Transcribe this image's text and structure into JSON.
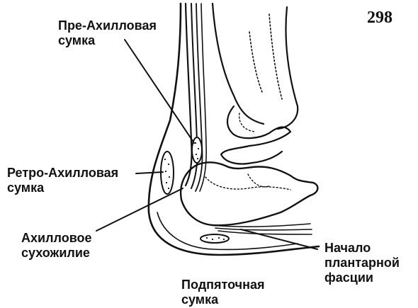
{
  "page_number": "298",
  "labels": {
    "pre_achilles_bursa": [
      "Пре-Ахилловая",
      "сумка"
    ],
    "retro_achilles_bursa": [
      "Ретро-Ахилловая",
      "сумка"
    ],
    "achilles_tendon": [
      "Ахилловое",
      "сухожилие"
    ],
    "plantar_fascia_origin": [
      "Начало",
      "плантарной",
      "фасции"
    ],
    "subcalcaneal_bursa": [
      "Подпяточная",
      "сумка"
    ]
  }
}
